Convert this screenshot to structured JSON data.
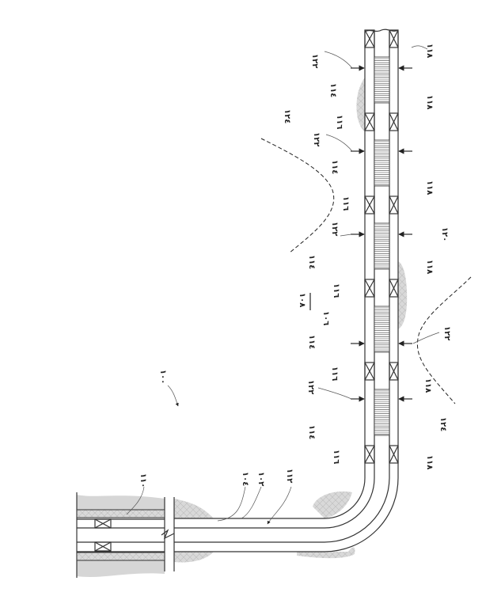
{
  "figure": {
    "labels": {
      "system": "١٠٠",
      "wellbore_wall": "١٠٢",
      "casing_inner": "١٠٤",
      "port": "١٠٦",
      "zone": "١٠٨",
      "casing": "١١٠",
      "flow": "١١٢",
      "screen": "١١٤",
      "packer_left": "١١٦",
      "packer_right": "١١٨",
      "tubing": "١٢٠",
      "force": "١٢٢",
      "boundary": "١٢٤"
    }
  }
}
